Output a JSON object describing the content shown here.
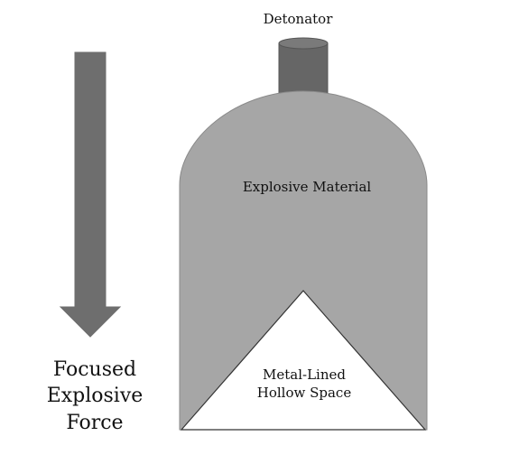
{
  "labels": {
    "detonator": "Detonator",
    "explosive_material": "Explosive Material",
    "hollow_space": [
      "Metal-Lined",
      "Hollow Space"
    ],
    "focused_force": [
      "Focused",
      "Explosive",
      "Force"
    ]
  },
  "colors": {
    "body_fill": "#a6a6a6",
    "body_stroke": "#8a8a8a",
    "detonator_fill": "#666666",
    "detonator_top": "#7a7a7a",
    "arrow_fill": "#6e6e6e",
    "hollow_fill": "#ffffff",
    "text": "#111111"
  }
}
